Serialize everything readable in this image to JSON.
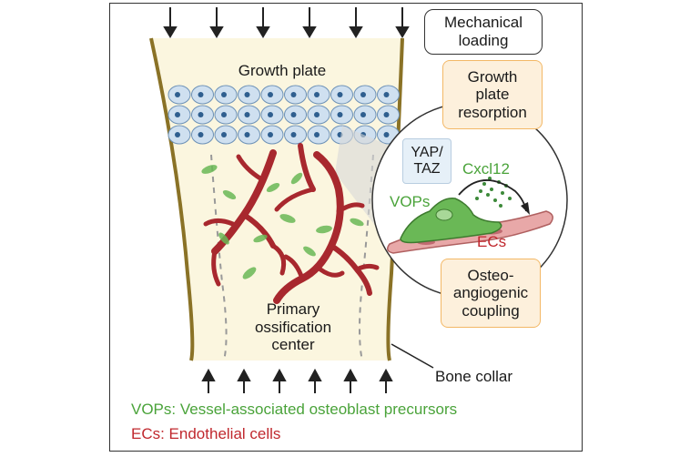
{
  "labels": {
    "mechanical_loading": "Mechanical\nloading",
    "growth_plate": "Growth plate",
    "growth_plate_resorption": "Growth\nplate\nresorption",
    "yap_taz": "YAP/\nTAZ",
    "cxcl12": "Cxcl12",
    "vops": "VOPs",
    "ecs": "ECs",
    "osteo_angiogenic": "Osteo-\nangiogenic\ncoupling",
    "primary_ossification": "Primary\nossification\ncenter",
    "bone_collar": "Bone collar",
    "legend_vops": "VOPs: Vessel-associated osteoblast precursors",
    "legend_ecs": "ECs: Endothelial cells"
  },
  "colors": {
    "bone_fill": "#fbf6df",
    "bone_edge": "#8a7226",
    "chondrocyte": "#cfe0f0",
    "vessel": "#a8282e",
    "vop_green": "#5fa84a",
    "ec_pink": "#e8a8a8",
    "legend_green": "#4aa33a",
    "legend_red": "#c0282e",
    "box_orange_fill": "#fdf0dc",
    "box_orange_edge": "#f3b866"
  }
}
